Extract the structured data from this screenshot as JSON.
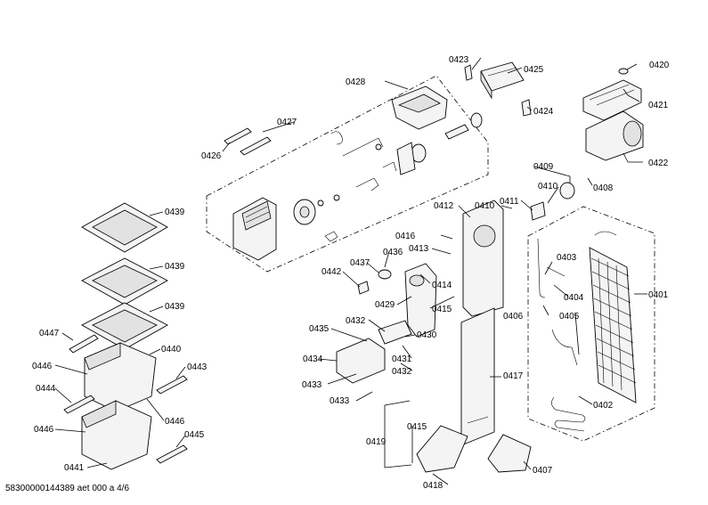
{
  "labels": {
    "p0401": "0401",
    "p0402": "0402",
    "p0403": "0403",
    "p0404": "0404",
    "p0405": "0405",
    "p0406": "0406",
    "p0407": "0407",
    "p0408": "0408",
    "p0409": "0409",
    "p0410a": "0410",
    "p0410b": "0410",
    "p0411": "0411",
    "p0412": "0412",
    "p0413": "0413",
    "p0414": "0414",
    "p0415a": "0415",
    "p0415b": "0415",
    "p0416": "0416",
    "p0417": "0417",
    "p0418": "0418",
    "p0419": "0419",
    "p0420": "0420",
    "p0421": "0421",
    "p0422": "0422",
    "p0423": "0423",
    "p0424": "0424",
    "p0425": "0425",
    "p0426": "0426",
    "p0427": "0427",
    "p0428": "0428",
    "p0429": "0429",
    "p0430": "0430",
    "p0431": "0431",
    "p0432a": "0432",
    "p0432b": "0432",
    "p0433a": "0433",
    "p0433b": "0433",
    "p0434": "0434",
    "p0435": "0435",
    "p0436": "0436",
    "p0437": "0437",
    "p0439a": "0439",
    "p0439b": "0439",
    "p0439c": "0439",
    "p0440": "0440",
    "p0441": "0441",
    "p0442": "0442",
    "p0443": "0443",
    "p0444": "0444",
    "p0445": "0445",
    "p0446a": "0446",
    "p0446b": "0446",
    "p0446c": "0446",
    "p0447": "0447"
  },
  "footer_text": "58300000144389 aet 000 a 4/6"
}
